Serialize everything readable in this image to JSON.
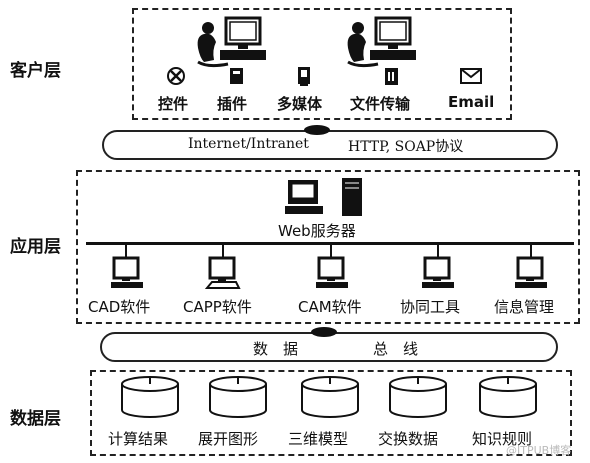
{
  "layers": {
    "client": "客户层",
    "application": "应用层",
    "data": "数据层"
  },
  "client_items": [
    "控件",
    "插件",
    "多媒体",
    "文件传输",
    "Email"
  ],
  "network_bus": {
    "left": "Internet/Intranet",
    "right": "HTTP, SOAP协议"
  },
  "server": {
    "label": "Web服务器"
  },
  "app_items": [
    "CAD软件",
    "CAPP软件",
    "CAM软件",
    "协同工具",
    "信息管理"
  ],
  "data_bus": {
    "c1": "数",
    "c2": "据",
    "c3": "总",
    "c4": "线"
  },
  "data_items": [
    "计算结果",
    "展开图形",
    "三维模型",
    "交换数据",
    "知识规则"
  ],
  "watermark": "@ITPUB博客",
  "icons": {
    "client": [
      "control-icon",
      "plugin-icon",
      "multimedia-icon",
      "file-transfer-icon",
      "email-icon"
    ],
    "users": [
      "user-workstation-icon",
      "user-workstation-icon"
    ],
    "app": [
      "workstation-icon",
      "workstation-icon",
      "workstation-icon",
      "workstation-icon",
      "workstation-icon"
    ],
    "data": [
      "database-icon",
      "database-icon",
      "database-icon",
      "database-icon",
      "database-icon"
    ]
  }
}
